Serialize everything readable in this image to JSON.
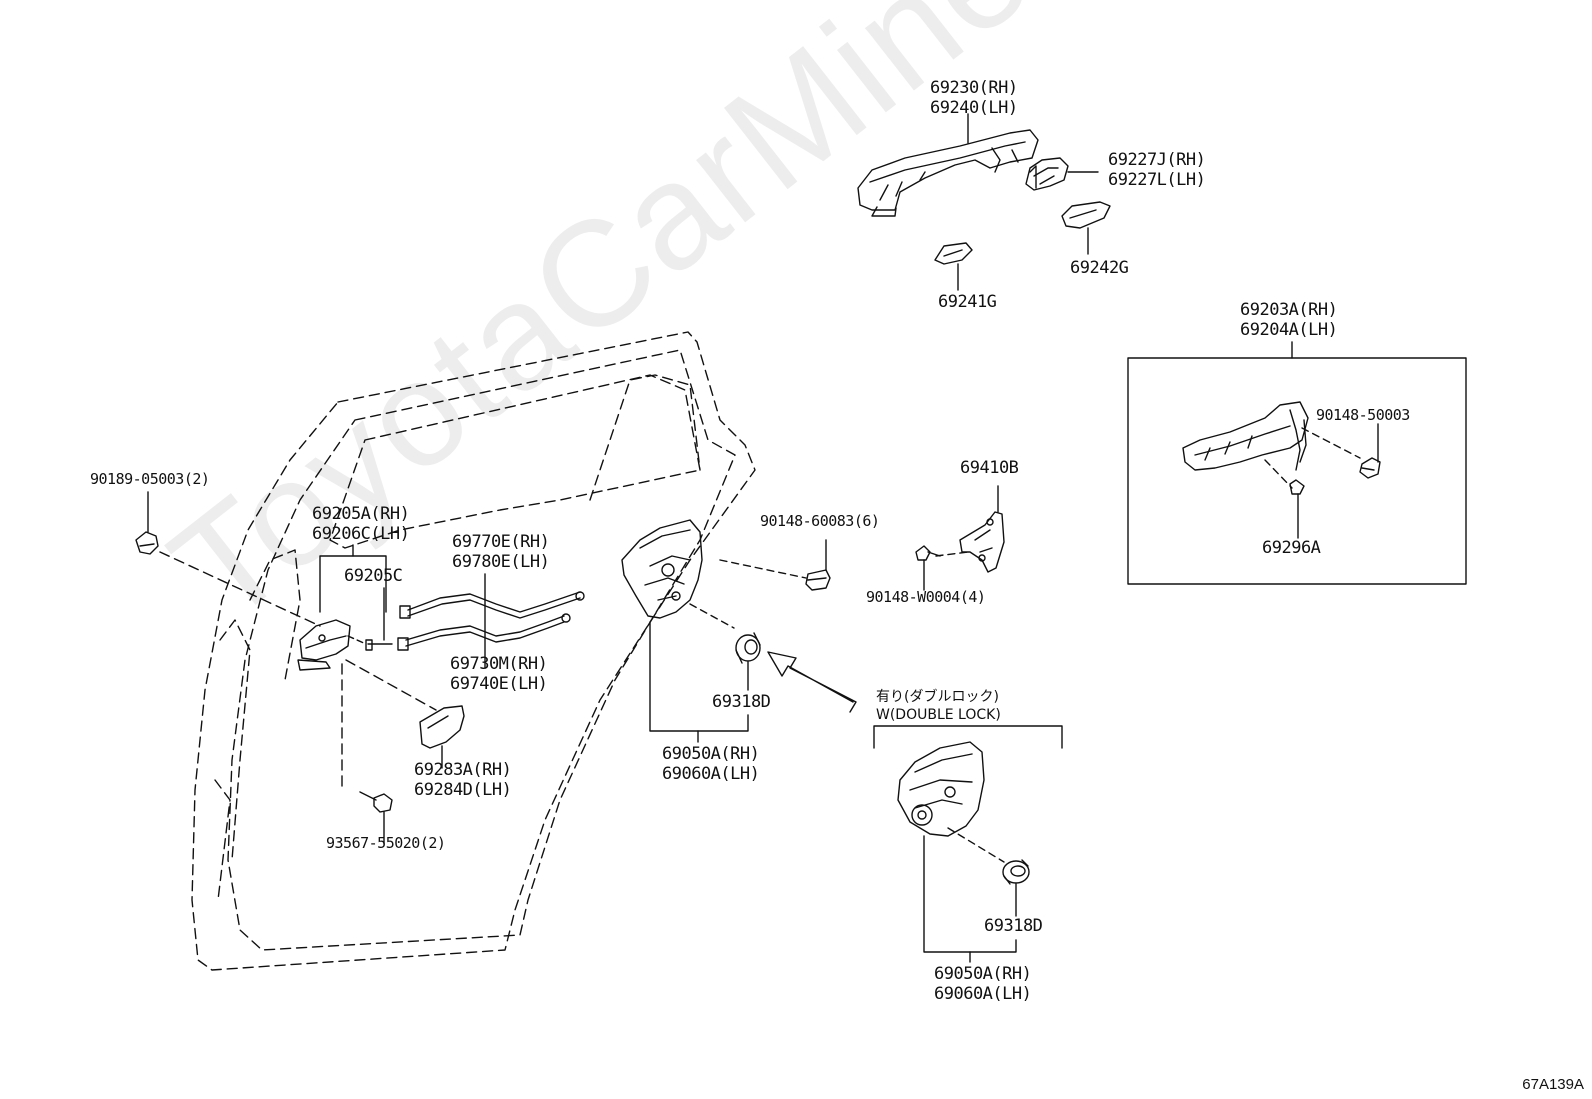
{
  "diagram": {
    "watermark": "ToyotaCarMine.ru",
    "figure_code": "67A139A",
    "parts": {
      "p69230": "69230(RH)",
      "p69240": "69240(LH)",
      "p69227J": "69227J(RH)",
      "p69227L": "69227L(LH)",
      "p69242G": "69242G",
      "p69241G": "69241G",
      "p69203A": "69203A(RH)",
      "p69204A": "69204A(LH)",
      "p90148_50003": "90148-50003",
      "p69296A": "69296A",
      "p69410B": "69410B",
      "p90148_60083": "90148-60083(6)",
      "p90148_W0004": "90148-W0004(4)",
      "p90189_05003": "90189-05003(2)",
      "p69205A": "69205A(RH)",
      "p69206C": "69206C(LH)",
      "p69205C": "69205C",
      "p69770E": "69770E(RH)",
      "p69780E": "69780E(LH)",
      "p69730M": "69730M(RH)",
      "p69740E": "69740E(LH)",
      "p69283A": "69283A(RH)",
      "p69284D": "69284D(LH)",
      "p93567_55020": "93567-55020(2)",
      "p69318D_main": "69318D",
      "p69050A_main": "69050A(RH)",
      "p69060A_main": "69060A(LH)",
      "p69318D_dl": "69318D",
      "p69050A_dl": "69050A(RH)",
      "p69060A_dl": "69060A(LH)"
    },
    "double_lock": {
      "jp_label": "有り(ダブルロック)",
      "en_label": "W(DOUBLE LOCK)"
    }
  }
}
